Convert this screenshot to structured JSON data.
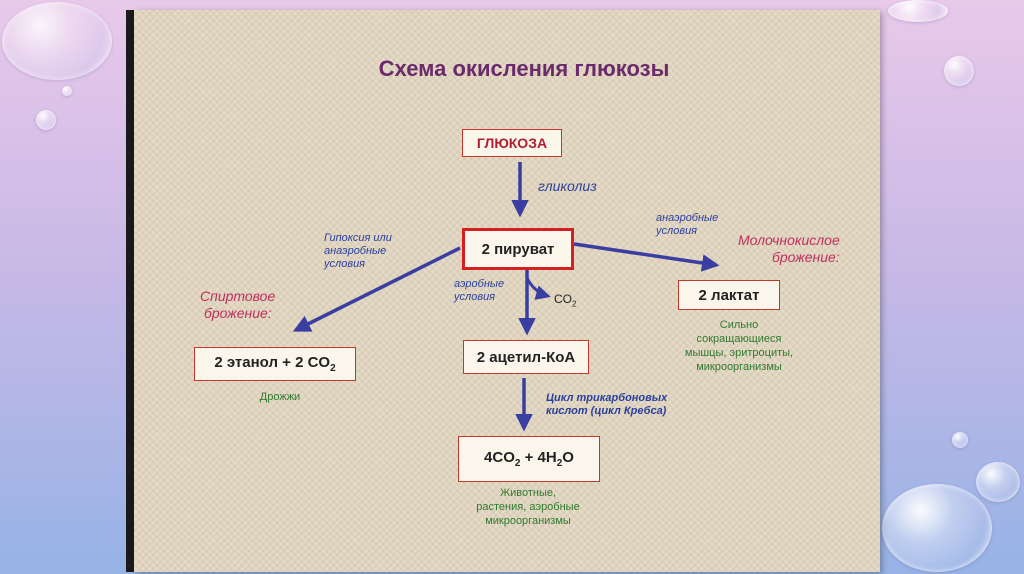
{
  "title": "Схема окисления глюкозы",
  "nodes": {
    "glucose": "ГЛЮКОЗА",
    "pyruvate": "2 пируват",
    "lactate": "2 лактат",
    "ethanol_prefix": "2 этанол + 2 CO",
    "ethanol_sub": "2",
    "acetyl": "2 ацетил-КоА",
    "final_a": "4CO",
    "final_a_sub": "2",
    "final_b": " + 4H",
    "final_b_sub": "2",
    "final_c": "O"
  },
  "labels": {
    "glycolysis": "гликолиз",
    "anaerobic_right_1": "анаэробные",
    "anaerobic_right_2": "условия",
    "lactic_1": "Молочнокислое",
    "lactic_2": "брожение:",
    "hypoxia_1": "Гипоксия или",
    "hypoxia_2": "анаэробные",
    "hypoxia_3": "условия",
    "alcohol_1": "Спиртовое",
    "alcohol_2": "брожение:",
    "aerobic_1": "аэробные",
    "aerobic_2": "условия",
    "co2": "CO",
    "co2_sub": "2",
    "krebs_1": "Цикл трикарбоновых",
    "krebs_2": "кислот (цикл Кребса)"
  },
  "organisms": {
    "lactate_1": "Сильно",
    "lactate_2": "сокращающиеся",
    "lactate_3": "мышцы, эритроциты,",
    "lactate_4": "микроорганизмы",
    "yeast": "Дрожжи",
    "final_1": "Животные,",
    "final_2": "растения, аэробные",
    "final_3": "микроорганизмы"
  },
  "colors": {
    "title": "#6b2a6b",
    "arrow": "#3a3ea0",
    "box_border": "#c0392b",
    "pyruvate_border": "#d42020",
    "pink": "#c0305c",
    "blue": "#2b3f9e",
    "green": "#2f7a2f"
  }
}
